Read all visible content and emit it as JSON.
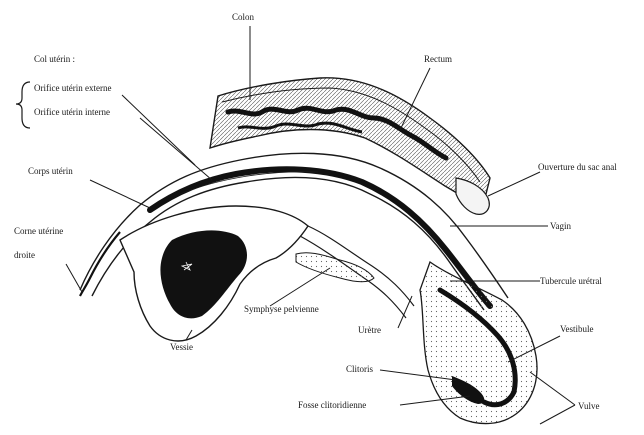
{
  "labels": {
    "colon": "Colon",
    "rectum": "Rectum",
    "col_uterin": "Col utérin :",
    "orifice_externe": "Orifice utérin externe",
    "orifice_interne": "Orifice utérin interne",
    "corps_uterin": "Corps utérin",
    "corne_uterine": "Corne utérine",
    "corne_droite": "droite",
    "ouverture_sac_anal": "Ouverture du sac anal",
    "vagin": "Vagin",
    "tubercule_uretral": "Tubercule urétral",
    "symphyse": "Symphyse pelvienne",
    "uretre": "Urètre",
    "vessie": "Vessie",
    "vestibule": "Vestibule",
    "clitoris": "Clitoris",
    "fosse_clitoridienne": "Fosse clitoridienne",
    "vulve": "Vulve"
  },
  "colors": {
    "ink": "#1a1a1a",
    "dark_fill": "#111111",
    "background": "#ffffff"
  }
}
